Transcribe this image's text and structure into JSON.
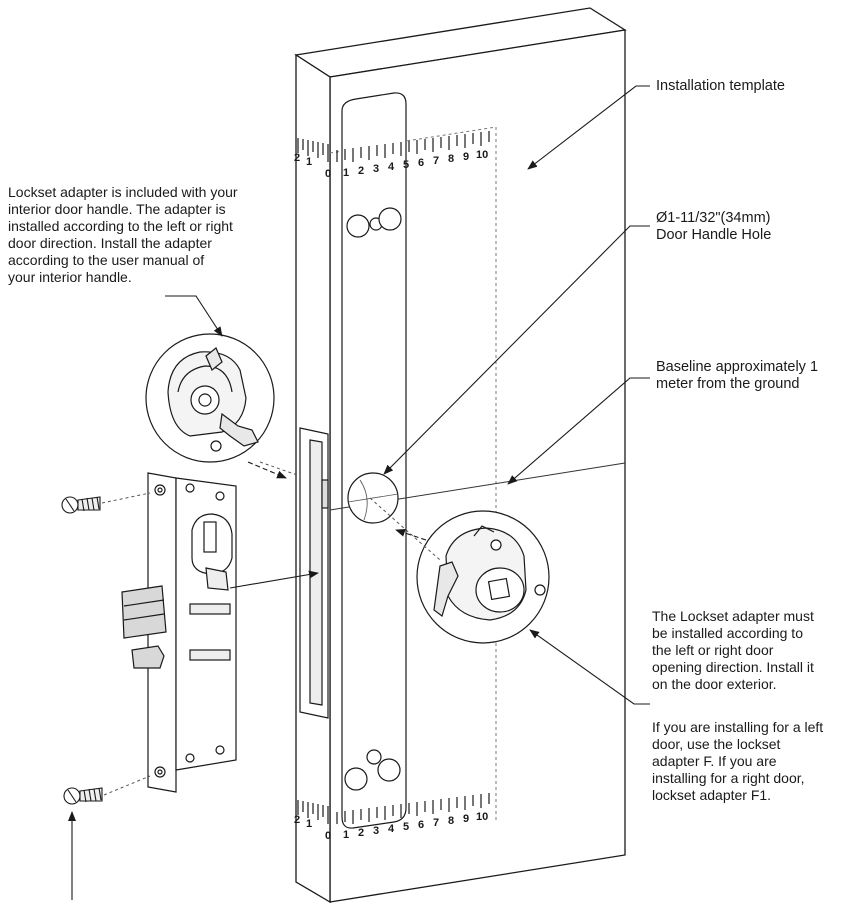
{
  "callouts": {
    "template": [
      "Installation template"
    ],
    "hole": [
      "Ø1-11/32\"(34mm)",
      "Door Handle Hole"
    ],
    "baseline": [
      "Baseline approximately 1",
      "meter from the ground"
    ],
    "interior_adapter": [
      "Lockset adapter  is included with your",
      "interior door handle. The adapter is",
      "installed according to the left  or  right",
      "door direction. Install the adapter",
      "according to the user manual of",
      "your interior handle."
    ],
    "exterior_adapter": [
      "The Lockset adapter must",
      "be installed according to",
      "the left or right door",
      "opening direction. Install it",
      "on the door exterior."
    ],
    "left_right": [
      "If you are installing for a left",
      "door, use the lockset",
      "adapter F.  If you are",
      "installing for a right door,",
      "lockset adapter F1."
    ]
  },
  "ruler": {
    "left_ticks": [
      "2",
      "1",
      "0"
    ],
    "right_ticks": [
      "1",
      "2",
      "3",
      "4",
      "5",
      "6",
      "7",
      "8",
      "9",
      "10"
    ]
  }
}
